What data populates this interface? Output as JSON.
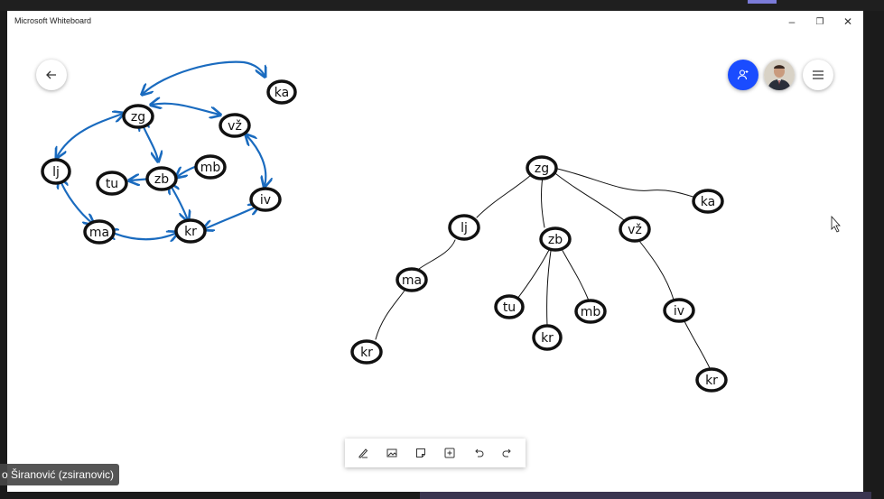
{
  "window": {
    "title": "Microsoft Whiteboard",
    "controls": {
      "minimize": "–",
      "restore": "❐",
      "close": "✕"
    }
  },
  "header": {
    "back_icon": "arrow-left-icon",
    "invite_icon": "person-add-icon",
    "menu_icon": "hamburger-menu-icon",
    "avatar_alt": "user-avatar"
  },
  "toolbar": {
    "tools": [
      "pen-icon",
      "image-icon",
      "note-icon",
      "insert-icon",
      "undo-icon",
      "redo-icon"
    ]
  },
  "graph": {
    "nodes": [
      {
        "id": "zg",
        "label": "zg"
      },
      {
        "id": "ka",
        "label": "ka"
      },
      {
        "id": "vz",
        "label": "vž"
      },
      {
        "id": "lj",
        "label": "lj"
      },
      {
        "id": "tu",
        "label": "tu"
      },
      {
        "id": "zb",
        "label": "zb"
      },
      {
        "id": "mb",
        "label": "mb"
      },
      {
        "id": "iv",
        "label": "iv"
      },
      {
        "id": "ma",
        "label": "ma"
      },
      {
        "id": "kr",
        "label": "kr"
      }
    ],
    "edge_color": "#1a6bbf"
  },
  "tree": {
    "nodes": [
      {
        "id": "t-zg",
        "label": "zg"
      },
      {
        "id": "t-ka",
        "label": "ka"
      },
      {
        "id": "t-lj",
        "label": "lj"
      },
      {
        "id": "t-zb",
        "label": "zb"
      },
      {
        "id": "t-vz",
        "label": "vž"
      },
      {
        "id": "t-ma",
        "label": "ma"
      },
      {
        "id": "t-tu",
        "label": "tu"
      },
      {
        "id": "t-kr1",
        "label": "kr"
      },
      {
        "id": "t-mb",
        "label": "mb"
      },
      {
        "id": "t-iv",
        "label": "iv"
      },
      {
        "id": "t-kr0",
        "label": "kr"
      },
      {
        "id": "t-kr2",
        "label": "kr"
      }
    ]
  },
  "participant": {
    "name": "o Širanović (zsiranovic)"
  },
  "colors": {
    "invite_button": "#1a4cff",
    "ink": "#111111",
    "arrow_ink": "#1a6bbf"
  }
}
